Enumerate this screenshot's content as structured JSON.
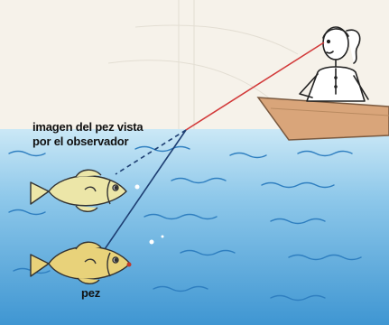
{
  "figure": {
    "image_label_line1": "imagen del pez vista",
    "image_label_line2": "por el observador",
    "fish_label": "pez"
  },
  "colors": {
    "sky": "#f6f2ea",
    "water_top": "#bfe2f3",
    "water_bottom": "#4a9fd6",
    "boat": "#d7a477",
    "fish": "#e9d98a",
    "image_fish": "#ece6a8",
    "real_ray": "#1e3f73",
    "air_ray": "#d23a3a",
    "apparent_ray": "#1e3f73"
  },
  "icons": [
    "observer-figure",
    "boat-icon",
    "fish-icon",
    "fish-image-icon"
  ]
}
